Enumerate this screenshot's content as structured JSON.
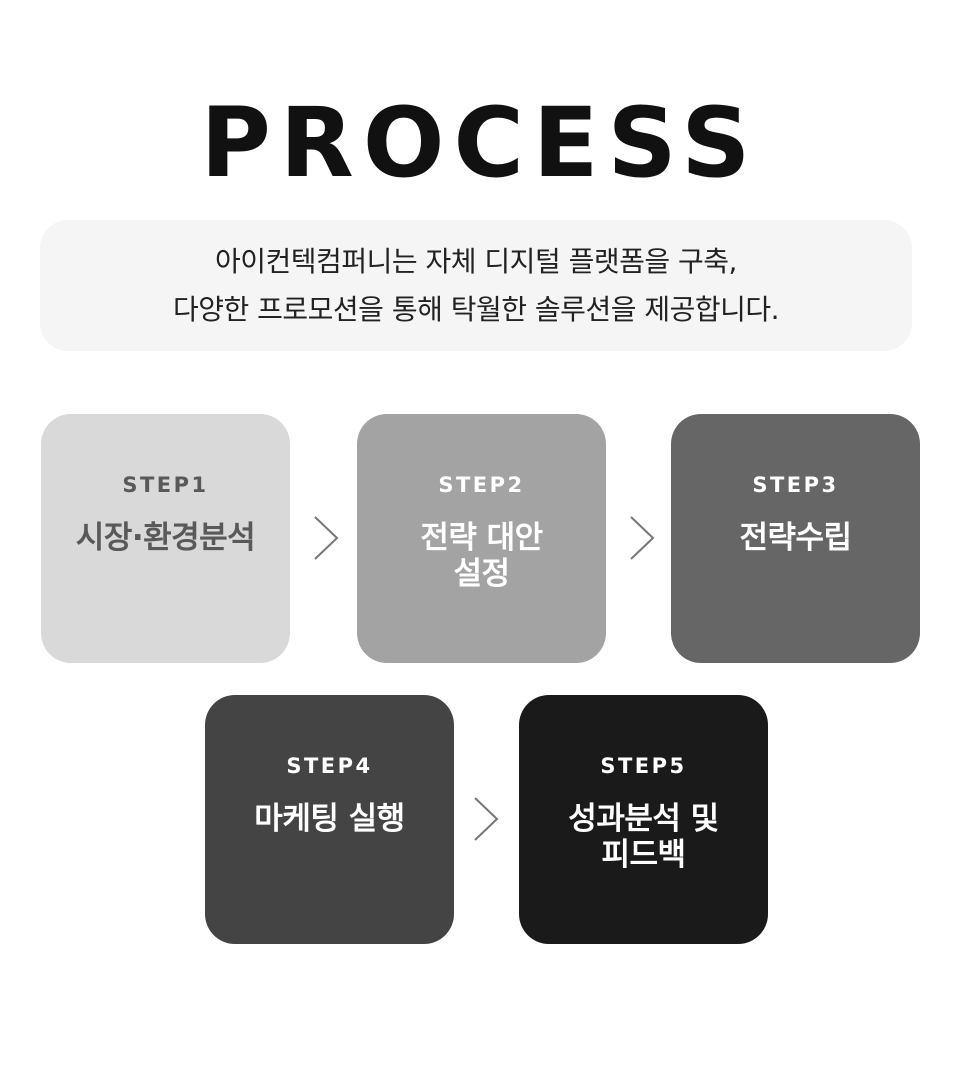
{
  "header": {
    "title": "PROCESS"
  },
  "intro": {
    "line1": "아이컨텍컴퍼니는 자체 디지털 플랫폼을 구축,",
    "line2": "다양한 프로모션을 통해 탁월한 솔루션을 제공합니다."
  },
  "steps": [
    {
      "label": "STEP1",
      "name": "시장·환경분석"
    },
    {
      "label": "STEP2",
      "name": "전략 대안 설정"
    },
    {
      "label": "STEP3",
      "name": "전략수립"
    },
    {
      "label": "STEP4",
      "name": "마케팅 실행"
    },
    {
      "label": "STEP5",
      "name": "성과분석 및 피드백"
    }
  ],
  "icons": {
    "arrow": "chevron-right-icon"
  },
  "colors": {
    "step1_bg": "#d9d9d9",
    "step2_bg": "#a3a3a3",
    "step3_bg": "#666666",
    "step4_bg": "#444444",
    "step5_bg": "#1a1a1a",
    "intro_bg": "#f5f5f5",
    "arrow": "#777777"
  }
}
